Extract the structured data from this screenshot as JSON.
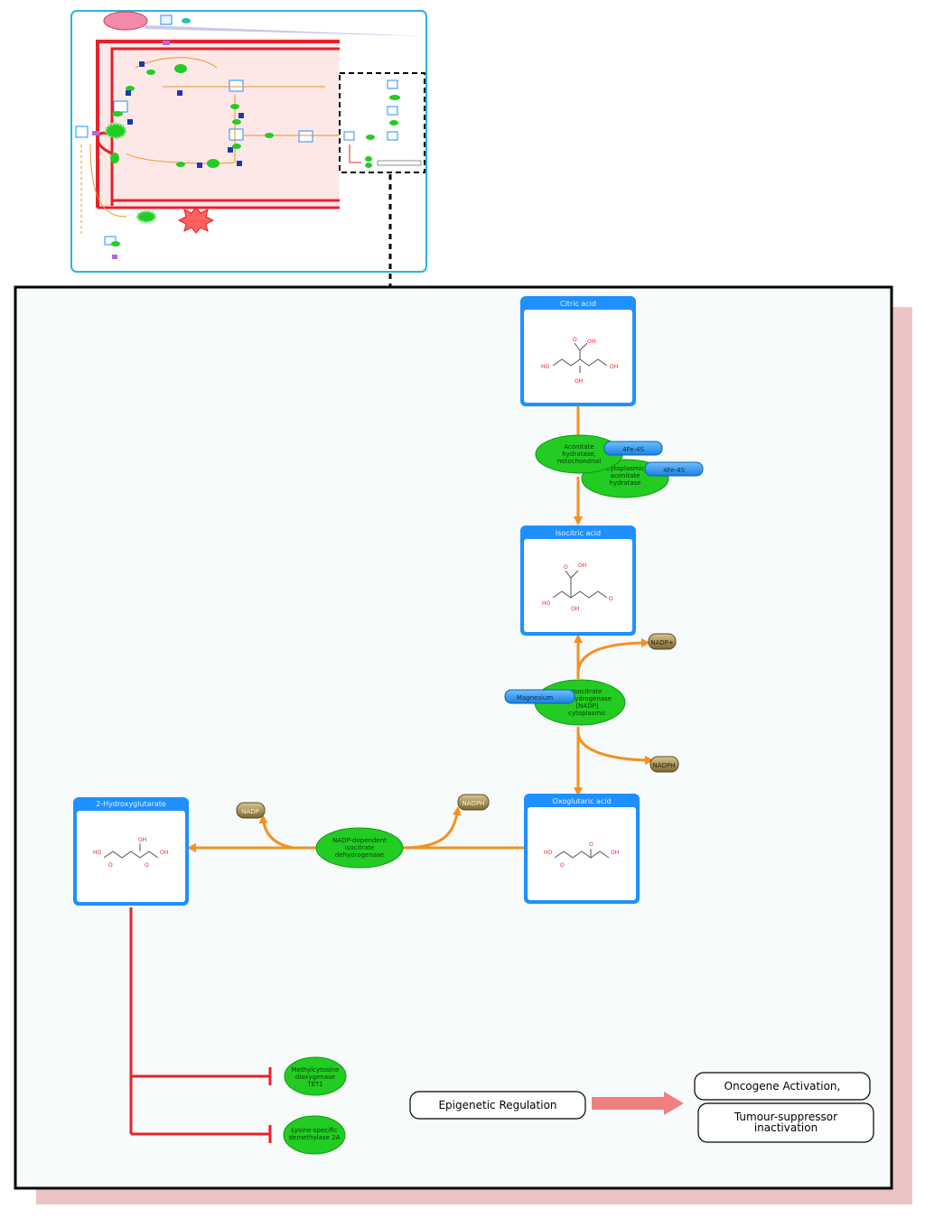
{
  "overview": {
    "description_present": true
  },
  "molecules": {
    "citric_acid": {
      "title": "Citric acid"
    },
    "isocitric_acid": {
      "title": "Isocitric acid"
    },
    "oxoglutaric_acid": {
      "title": "Oxoglutaric acid"
    },
    "hydroxyglutarate": {
      "title": "2-Hydroxyglutarate"
    }
  },
  "enzymes": {
    "aconitate_mito": {
      "lines": [
        "Aconitate",
        "hydratase,",
        "mitochondrial"
      ]
    },
    "aconitase_cyto": {
      "lines": [
        "Cytoplasmic",
        "aconitate",
        "hydratase"
      ]
    },
    "idh_cyto": {
      "lines": [
        "Isocitrate",
        "dehydrogenase",
        "[NADP]",
        "cytoplasmic"
      ]
    },
    "mutant_idh": {
      "lines": [
        "NADP-dependent",
        "isocitrate",
        "dehydrogenase"
      ]
    },
    "tet": {
      "lines": [
        "Methylcytosine",
        "dioxygenase",
        "TET1"
      ]
    },
    "kdm": {
      "lines": [
        "Lysine-specific",
        "demethylase 2A"
      ]
    }
  },
  "cofactors": {
    "fes_1": "4Fe-4S",
    "fes_2": "4Fe-4S",
    "magnesium": "Magnesium",
    "nadp_plus": "NADP+",
    "nadph": "NADPH",
    "nadp_left": "NADP",
    "nadph_left": "NADPH"
  },
  "outcomes": {
    "epigenetic": "Epigenetic Regulation",
    "oncogene": "Oncogene Activation,",
    "tumour_line1": "Tumour-suppressor",
    "tumour_line2": "inactivation"
  },
  "colors": {
    "panel_border": "#000000",
    "panel_fill": "#f7fbfb",
    "shadow": "#ecc4c4",
    "mol_header": "#1e90ff",
    "enzyme_fill": "#22cc22",
    "arrow_orange": "#f59020",
    "inhibit_red": "#e8202a",
    "overview_border": "#2ab3e0",
    "cofactor_fill": "#a89050",
    "fes_fill": "#2196f3",
    "outcome_arrow": "#f08080"
  }
}
